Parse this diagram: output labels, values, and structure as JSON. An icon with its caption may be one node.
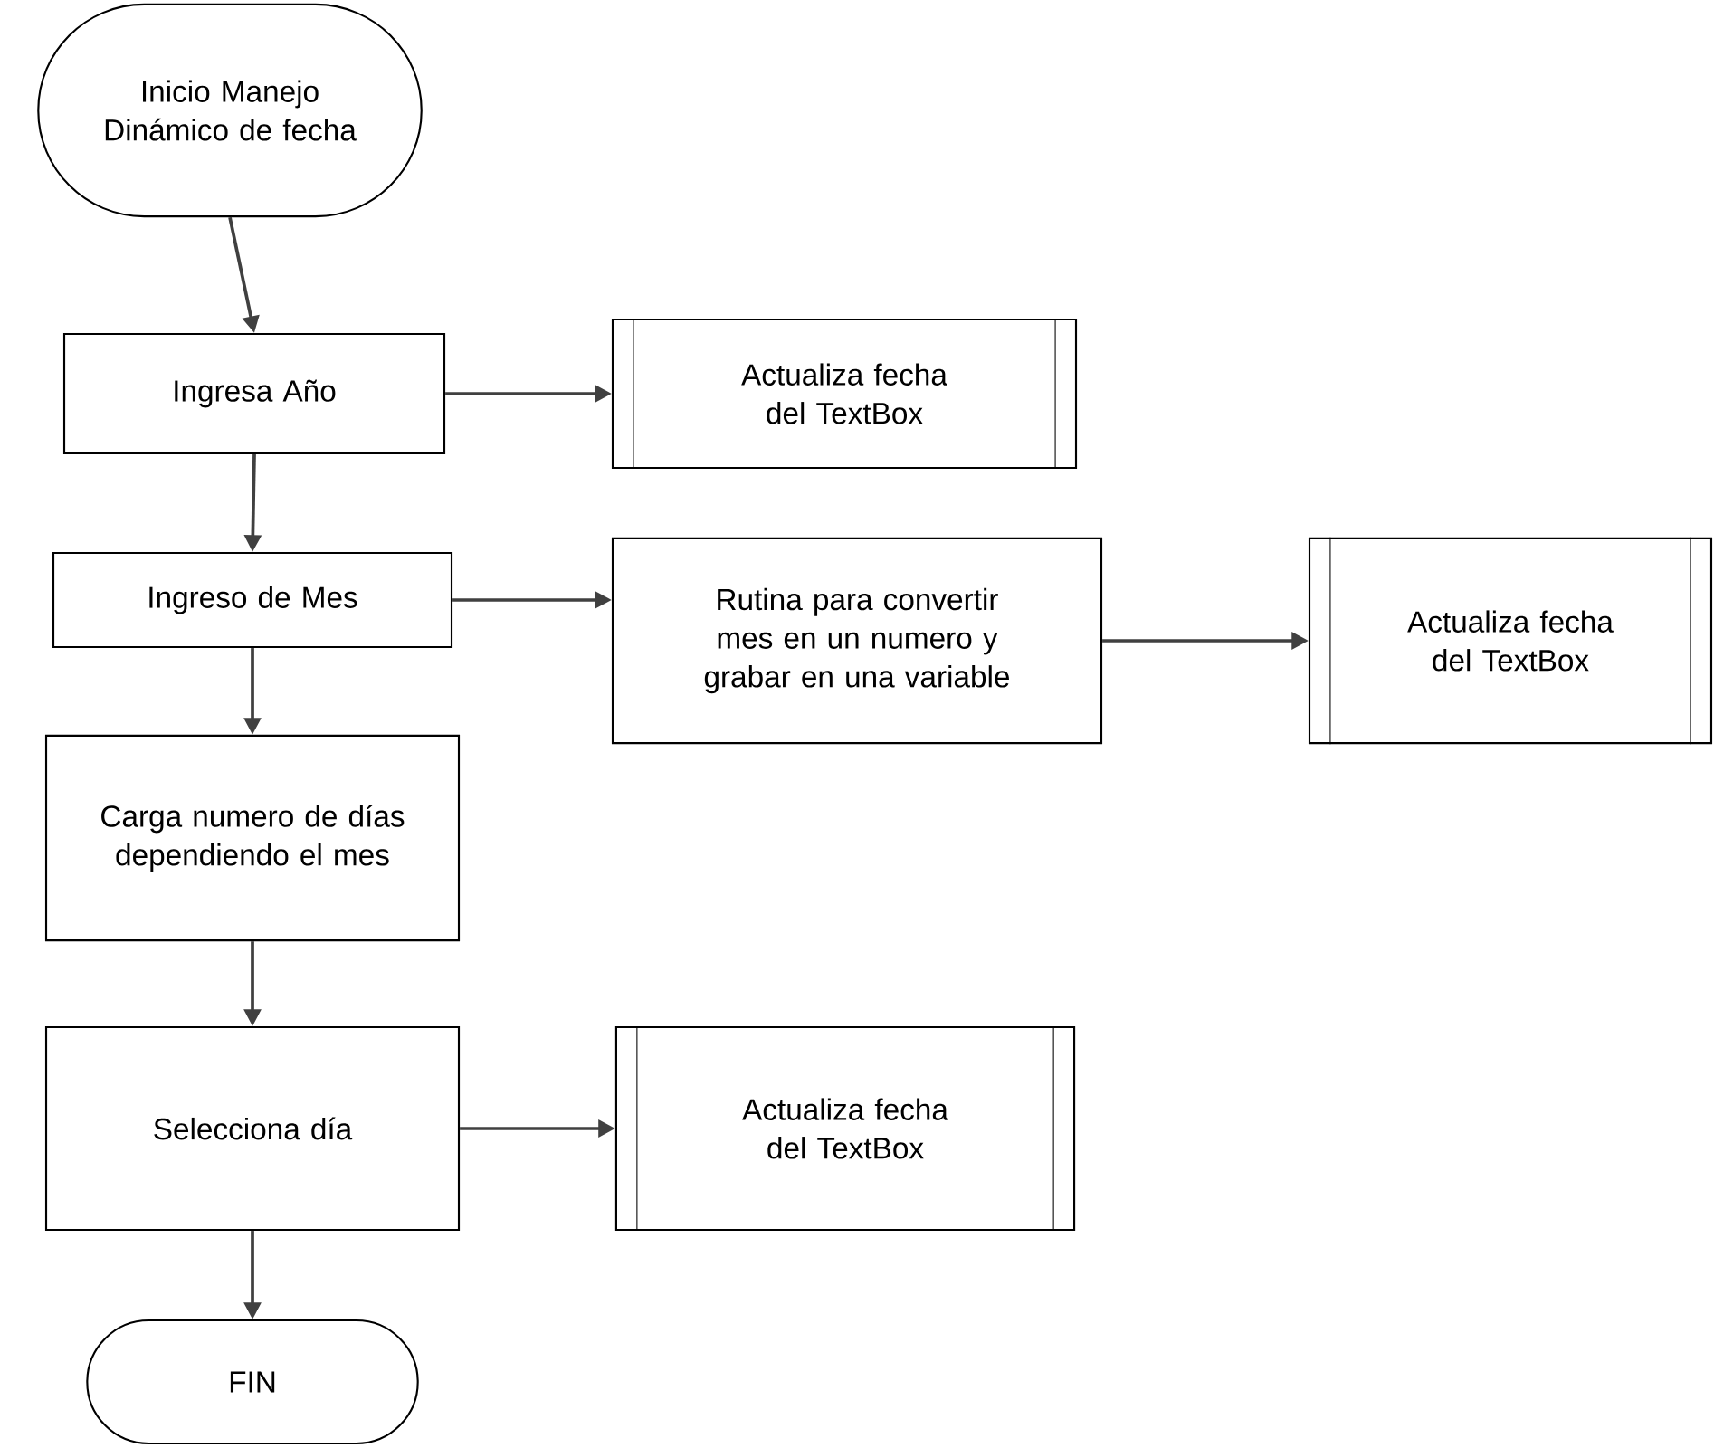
{
  "diagram": {
    "nodes": [
      {
        "text": [
          "Inicio Manejo Dinámico de fecha"
        ]
      },
      {
        "text": [
          "Ingresa Año"
        ]
      },
      {
        "text": [
          "Actualiza fecha del TextBox"
        ]
      },
      {
        "text": [
          "Ingreso de Mes"
        ]
      },
      {
        "text": [
          "Rutina para convertir mes en un numero y grabar en una variable"
        ]
      },
      {
        "text": [
          "Actualiza fecha del TextBox"
        ]
      },
      {
        "text": [
          "Carga numero de días dependiendo el mes"
        ]
      },
      {
        "text": [
          "Selecciona día"
        ]
      },
      {
        "text": [
          "Actualiza fecha del TextBox"
        ]
      },
      {
        "text": [
          "FIN"
        ]
      }
    ],
    "edges": [
      {
        "from": 0,
        "to": 1,
        "arrow": "to"
      },
      {
        "from": 1,
        "to": 2,
        "arrow": "to"
      },
      {
        "from": 1,
        "to": 3,
        "arrow": "to"
      },
      {
        "from": 3,
        "to": 4,
        "arrow": "to"
      },
      {
        "from": 4,
        "to": 5,
        "arrow": "to"
      },
      {
        "from": 3,
        "to": 6,
        "arrow": "to"
      },
      {
        "from": 6,
        "to": 7,
        "arrow": "to"
      },
      {
        "from": 7,
        "to": 8,
        "arrow": "to"
      },
      {
        "from": 7,
        "to": 9,
        "arrow": "to"
      }
    ]
  }
}
